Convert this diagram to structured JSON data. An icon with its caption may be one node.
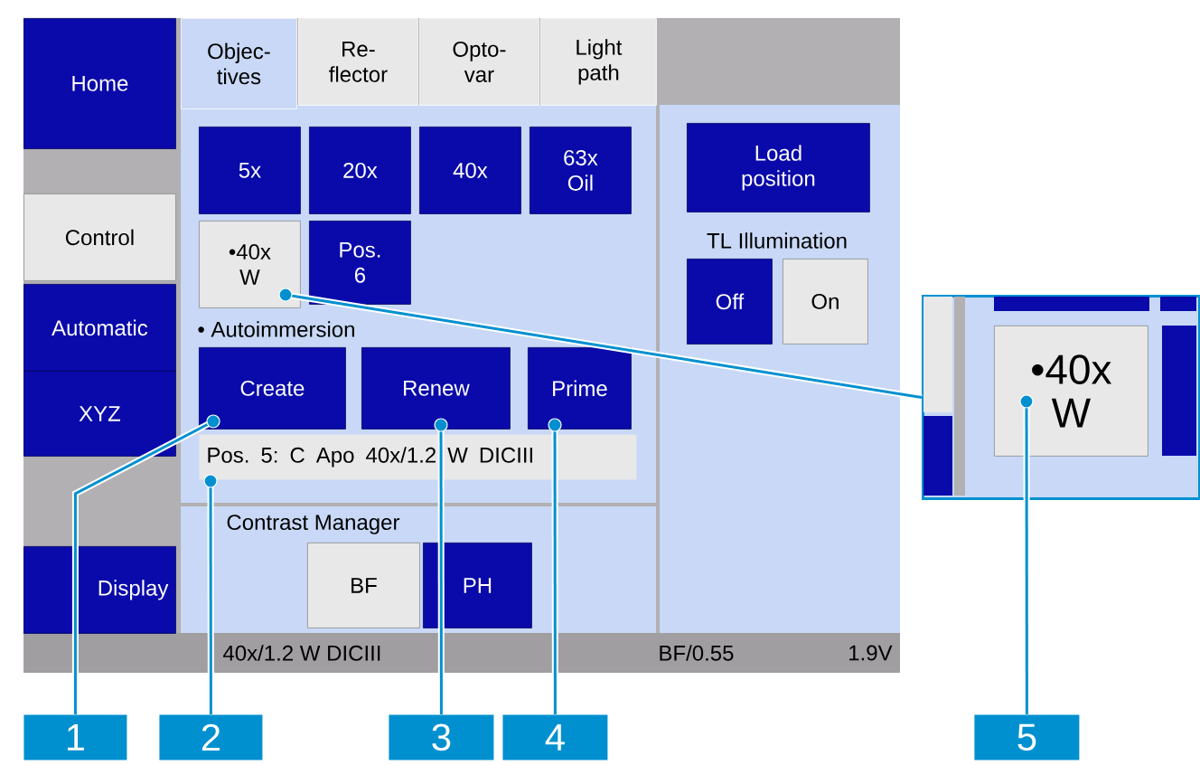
{
  "diagram": {
    "nodes": [
      {
        "text": [
          "Home"
        ]
      },
      {
        "text": [
          "Control"
        ]
      },
      {
        "text": [
          "Automatic"
        ]
      },
      {
        "text": [
          "XYZ"
        ]
      },
      {
        "text": [
          "Display"
        ]
      },
      {
        "text": [
          "Objec- tives"
        ]
      },
      {
        "text": [
          "Re- flector"
        ]
      },
      {
        "text": [
          "Opto- var"
        ]
      },
      {
        "text": [
          "Light path"
        ]
      },
      {
        "text": [
          "5x"
        ]
      },
      {
        "text": [
          "20x"
        ]
      },
      {
        "text": [
          "40x"
        ]
      },
      {
        "text": [
          "63x Oil"
        ]
      },
      {
        "text": [
          "•40x W"
        ]
      },
      {
        "text": [
          "Pos. 6"
        ]
      },
      {
        "text": [
          "Create"
        ]
      },
      {
        "text": [
          "Renew"
        ]
      },
      {
        "text": [
          "Prime"
        ]
      },
      {
        "text": [
          "Pos. 5: C Apo 40x/1.2 W DICIII"
        ]
      },
      {
        "text": [
          "BF"
        ]
      },
      {
        "text": [
          "PH"
        ]
      },
      {
        "text": [
          "Load position"
        ]
      },
      {
        "text": [
          "Off"
        ]
      },
      {
        "text": [
          "On"
        ]
      },
      {
        "text": [],
        "shape": "box"
      },
      {
        "text": [
          "•40x W"
        ],
        "in": 24
      },
      {
        "text": [
          "1"
        ]
      },
      {
        "text": [
          "2"
        ]
      },
      {
        "text": [
          "3"
        ]
      },
      {
        "text": [
          "4"
        ]
      },
      {
        "text": [
          "5"
        ]
      }
    ],
    "edges": [
      {
        "from": 26,
        "to": 15,
        "arrow": "other"
      },
      {
        "from": 27,
        "to": 18,
        "arrow": "other"
      },
      {
        "from": 28,
        "to": 16,
        "arrow": "other"
      },
      {
        "from": 29,
        "to": 17,
        "arrow": "other"
      },
      {
        "from": 30,
        "to": 25,
        "arrow": "other"
      },
      {
        "from": 24,
        "to": 13,
        "arrow": "other"
      }
    ],
    "labels": [
      "• Autoimmersion",
      "Contrast Manager",
      "TL Illumination",
      "40x/1.2 W DICIII",
      "BF/0.55",
      "1.9V"
    ]
  }
}
